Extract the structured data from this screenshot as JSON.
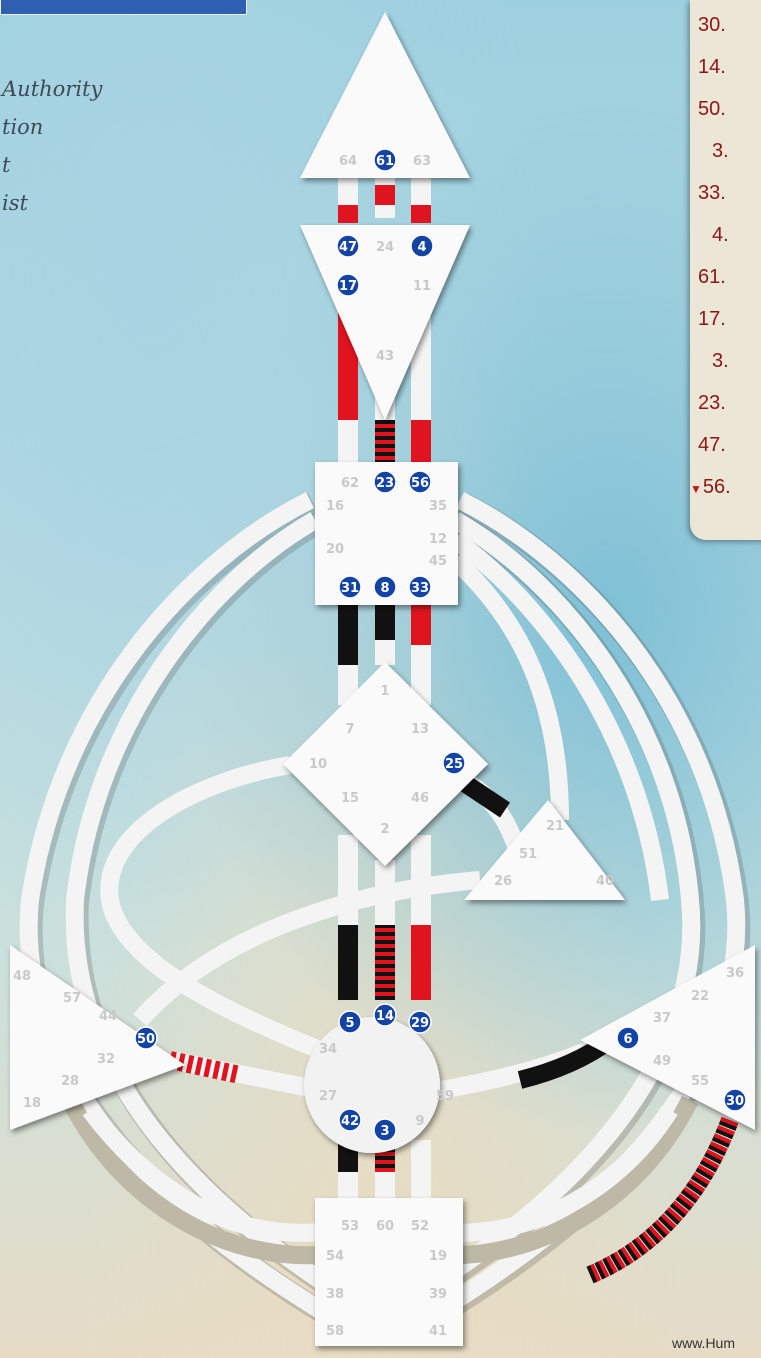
{
  "header": {
    "bar_color": "#2f5fb0"
  },
  "left_labels": [
    "Authority",
    "tion",
    "t",
    "ist"
  ],
  "right_panel": {
    "rows": [
      "30.",
      "14.",
      "50.",
      "3.",
      "33.",
      "4.",
      "61.",
      "17.",
      "3.",
      "23.",
      "47.",
      "56."
    ],
    "last_row_marker": "▼"
  },
  "footer": {
    "text": "www.Hum"
  },
  "colors": {
    "red": "#e0141e",
    "black": "#111111",
    "gate_active": "#1443a6",
    "gate_inactive": "#c9c9c9"
  },
  "gates": {
    "head": [
      {
        "n": "64",
        "active": false
      },
      {
        "n": "61",
        "active": true
      },
      {
        "n": "63",
        "active": false
      }
    ],
    "ajna": [
      {
        "n": "47",
        "active": true
      },
      {
        "n": "24",
        "active": false
      },
      {
        "n": "4",
        "active": true
      },
      {
        "n": "17",
        "active": true
      },
      {
        "n": "11",
        "active": false
      },
      {
        "n": "43",
        "active": false
      }
    ],
    "throat": [
      {
        "n": "62",
        "active": false
      },
      {
        "n": "23",
        "active": true
      },
      {
        "n": "56",
        "active": true
      },
      {
        "n": "16",
        "active": false
      },
      {
        "n": "35",
        "active": false
      },
      {
        "n": "12",
        "active": false
      },
      {
        "n": "20",
        "active": false
      },
      {
        "n": "45",
        "active": false
      },
      {
        "n": "31",
        "active": true
      },
      {
        "n": "8",
        "active": true
      },
      {
        "n": "33",
        "active": true
      }
    ],
    "g": [
      {
        "n": "1",
        "active": false
      },
      {
        "n": "7",
        "active": false
      },
      {
        "n": "13",
        "active": false
      },
      {
        "n": "10",
        "active": false
      },
      {
        "n": "25",
        "active": true
      },
      {
        "n": "15",
        "active": false
      },
      {
        "n": "46",
        "active": false
      },
      {
        "n": "2",
        "active": false
      }
    ],
    "ego": [
      {
        "n": "21",
        "active": false
      },
      {
        "n": "51",
        "active": false
      },
      {
        "n": "26",
        "active": false
      },
      {
        "n": "40",
        "active": false
      }
    ],
    "spleen": [
      {
        "n": "48",
        "active": false
      },
      {
        "n": "57",
        "active": false
      },
      {
        "n": "44",
        "active": false
      },
      {
        "n": "50",
        "active": true
      },
      {
        "n": "32",
        "active": false
      },
      {
        "n": "28",
        "active": false
      },
      {
        "n": "18",
        "active": false
      }
    ],
    "solar": [
      {
        "n": "36",
        "active": false
      },
      {
        "n": "22",
        "active": false
      },
      {
        "n": "37",
        "active": false
      },
      {
        "n": "6",
        "active": true
      },
      {
        "n": "49",
        "active": false
      },
      {
        "n": "55",
        "active": false
      },
      {
        "n": "30",
        "active": true
      }
    ],
    "sacral": [
      {
        "n": "5",
        "active": true
      },
      {
        "n": "14",
        "active": true
      },
      {
        "n": "29",
        "active": true
      },
      {
        "n": "34",
        "active": false
      },
      {
        "n": "27",
        "active": false
      },
      {
        "n": "59",
        "active": false
      },
      {
        "n": "42",
        "active": true
      },
      {
        "n": "3",
        "active": true
      },
      {
        "n": "9",
        "active": false
      }
    ],
    "root": [
      {
        "n": "53",
        "active": false
      },
      {
        "n": "60",
        "active": false
      },
      {
        "n": "52",
        "active": false
      },
      {
        "n": "54",
        "active": false
      },
      {
        "n": "19",
        "active": false
      },
      {
        "n": "38",
        "active": false
      },
      {
        "n": "39",
        "active": false
      },
      {
        "n": "58",
        "active": false
      },
      {
        "n": "41",
        "active": false
      }
    ]
  }
}
